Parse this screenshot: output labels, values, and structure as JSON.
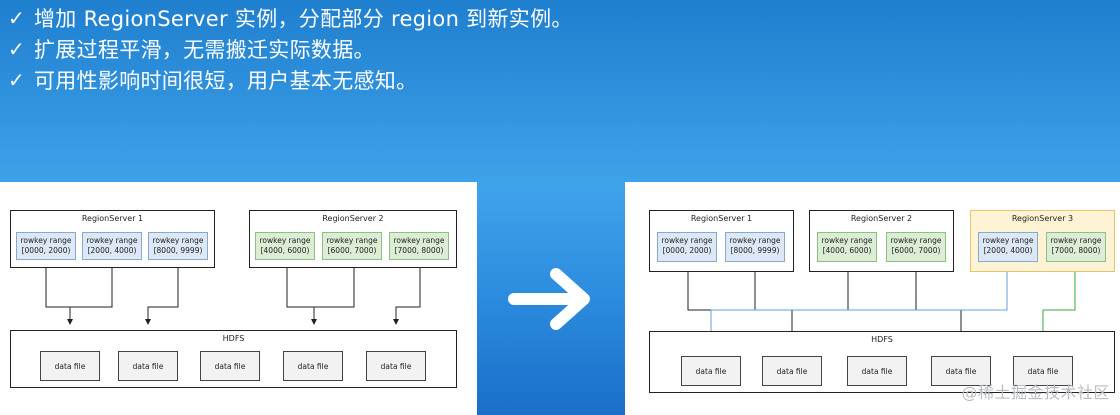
{
  "bullets": [
    {
      "check": "✓",
      "text": "增加 RegionServer 实例，分配部分 region 到新实例。"
    },
    {
      "check": "✓",
      "text": "扩展过程平滑，无需搬迁实际数据。"
    },
    {
      "check": "✓",
      "text": "可用性影响时间很短，用户基本无感知。"
    }
  ],
  "before": {
    "rs1": {
      "title": "RegionServer 1",
      "regions": [
        {
          "label": "rowkey range",
          "range": "[0000, 2000)"
        },
        {
          "label": "rowkey range",
          "range": "[2000, 4000)"
        },
        {
          "label": "rowkey range",
          "range": "[8000, 9999)"
        }
      ]
    },
    "rs2": {
      "title": "RegionServer 2",
      "regions": [
        {
          "label": "rowkey range",
          "range": "[4000, 6000)"
        },
        {
          "label": "rowkey range",
          "range": "[6000, 7000)"
        },
        {
          "label": "rowkey range",
          "range": "[7000, 8000)"
        }
      ]
    },
    "hdfs": {
      "title": "HDFS",
      "files": [
        "data file",
        "data file",
        "data file",
        "data file",
        "data file"
      ]
    }
  },
  "after": {
    "rs1": {
      "title": "RegionServer 1",
      "regions": [
        {
          "label": "rowkey range",
          "range": "[0000, 2000)"
        },
        {
          "label": "rowkey range",
          "range": "[8000, 9999)"
        }
      ]
    },
    "rs2": {
      "title": "RegionServer 2",
      "regions": [
        {
          "label": "rowkey range",
          "range": "[4000, 6000)"
        },
        {
          "label": "rowkey range",
          "range": "[6000, 7000)"
        }
      ]
    },
    "rs3": {
      "title": "RegionServer 3",
      "regions": [
        {
          "label": "rowkey range",
          "range": "[2000, 4000)"
        },
        {
          "label": "rowkey range",
          "range": "[7000, 8000)"
        }
      ]
    },
    "hdfs": {
      "title": "HDFS",
      "files": [
        "data file",
        "data file",
        "data file",
        "data file",
        "data file"
      ]
    }
  },
  "colors": {
    "moved_blue": "#6a9fd8",
    "moved_green": "#3aa845",
    "arrow": "#ffffff"
  },
  "watermark": "@稀土掘金技术社区"
}
